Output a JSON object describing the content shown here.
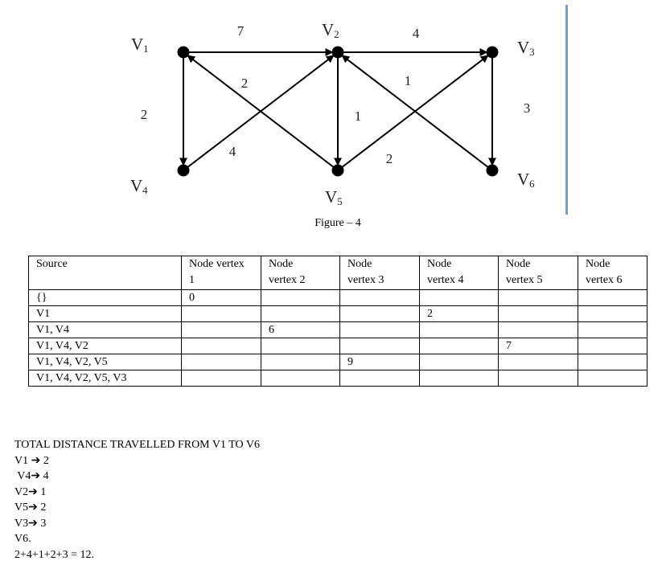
{
  "figure": {
    "caption": "Figure – 4",
    "nodes": [
      {
        "id": "V1",
        "letter": "V",
        "sub": "1"
      },
      {
        "id": "V2",
        "letter": "V",
        "sub": "2"
      },
      {
        "id": "V3",
        "letter": "V",
        "sub": "3"
      },
      {
        "id": "V4",
        "letter": "V",
        "sub": "4"
      },
      {
        "id": "V5",
        "letter": "V",
        "sub": "5"
      },
      {
        "id": "V6",
        "letter": "V",
        "sub": "6"
      }
    ],
    "edges": [
      {
        "from": "V1",
        "to": "V2",
        "weight": "7"
      },
      {
        "from": "V2",
        "to": "V3",
        "weight": "4"
      },
      {
        "from": "V1",
        "to": "V4",
        "weight": "2"
      },
      {
        "from": "V5",
        "to": "V1",
        "weight": "2"
      },
      {
        "from": "V4",
        "to": "V2",
        "weight": "4"
      },
      {
        "from": "V2",
        "to": "V5",
        "weight": "1"
      },
      {
        "from": "V6",
        "to": "V2",
        "weight": "1"
      },
      {
        "from": "V5",
        "to": "V3",
        "weight": "2"
      },
      {
        "from": "V3",
        "to": "V6",
        "weight": "3"
      }
    ]
  },
  "table": {
    "headers": [
      [
        "Source"
      ],
      [
        "Node vertex",
        "1"
      ],
      [
        "Node",
        "vertex 2"
      ],
      [
        "Node",
        "vertex 3"
      ],
      [
        "Node",
        "vertex 4"
      ],
      [
        "Node",
        "vertex 5"
      ],
      [
        "Node",
        "vertex 6"
      ]
    ],
    "rows": [
      [
        "{}",
        "0",
        "",
        "",
        "",
        "",
        ""
      ],
      [
        "V1",
        "",
        "",
        "",
        "2",
        "",
        ""
      ],
      [
        "V1, V4",
        "",
        "6",
        "",
        "",
        "",
        ""
      ],
      [
        "V1, V4, V2",
        "",
        "",
        "",
        "",
        "7",
        ""
      ],
      [
        "V1, V4, V2, V5",
        "",
        "",
        "9",
        "",
        "",
        ""
      ],
      [
        "V1, V4, V2, V5, V3",
        "",
        "",
        "",
        "",
        "",
        ""
      ]
    ]
  },
  "notes": {
    "title": "TOTAL DISTANCE TRAVELLED FROM V1 TO V6",
    "lines": [
      "V1 ➔ 2",
      " V4➔ 4",
      "V2➔ 1",
      "V5➔ 2",
      "V3➔ 3",
      "V6.",
      "2+4+1+2+3 = 12."
    ]
  }
}
